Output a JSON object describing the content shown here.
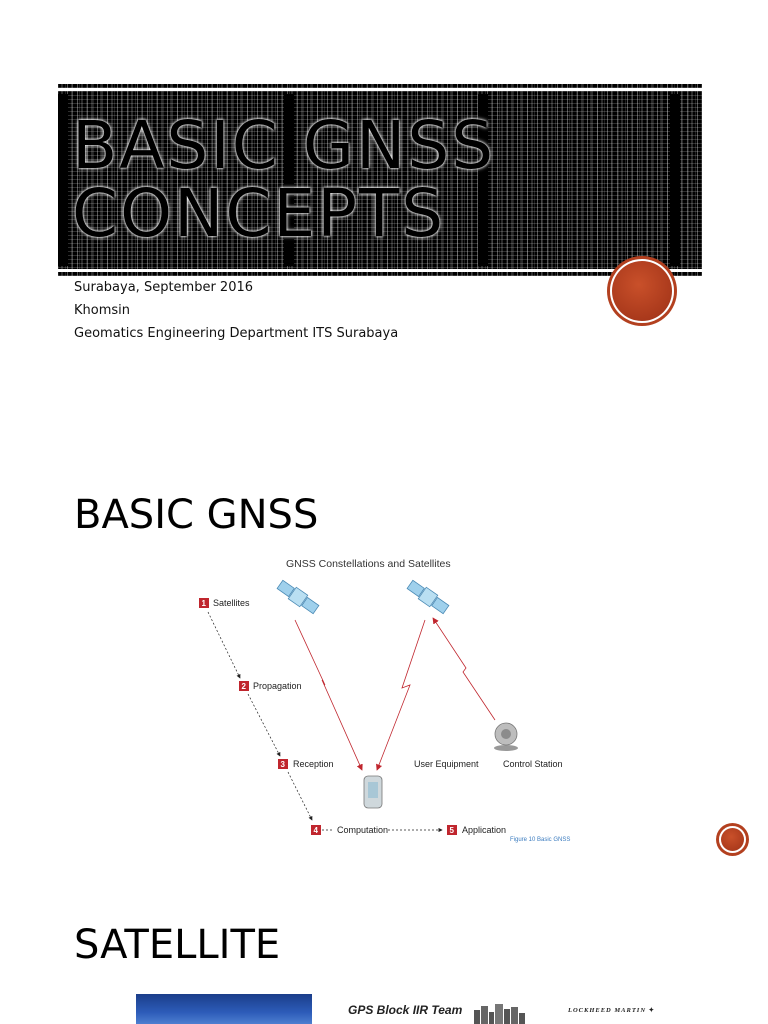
{
  "slide1": {
    "title": "Basic GNSS Concepts",
    "subtitle_lines": [
      "Surabaya, September 2016",
      "Khomsin",
      "Geomatics Engineering Department ITS Surabaya"
    ],
    "accent_color": "#a8381b"
  },
  "slide2": {
    "heading": "BASIC GNSS",
    "diagram": {
      "title": "GNSS Constellations and Satellites",
      "steps": [
        {
          "number": "1",
          "label": "Satellites"
        },
        {
          "number": "2",
          "label": "Propagation"
        },
        {
          "number": "3",
          "label": "Reception"
        },
        {
          "number": "4",
          "label": "Computation"
        },
        {
          "number": "5",
          "label": "Application"
        }
      ],
      "user_equipment_label": "User Equipment",
      "control_station_label": "Control Station",
      "caption": "Figure 10 Basic GNSS",
      "step_color": "#c0262e",
      "signal_color": "#c0262e"
    }
  },
  "slide3": {
    "heading": "SATELLITE",
    "team_label": "GPS Block IIR Team",
    "lm_logo_text": "LOCKHEED MARTIN"
  }
}
